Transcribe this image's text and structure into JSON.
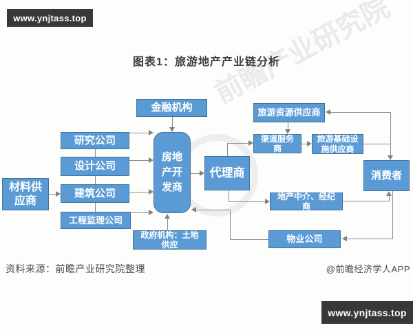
{
  "title": "图表1：旅游地产产业链分析",
  "watermark_top": "www.ynjtass.top",
  "watermark_bottom": "www.ynjtass.top",
  "watermark_faint": "前瞻产业研究院",
  "source": "资料来源：前瞻产业研究院整理",
  "credit": "@前瞻经济学人APP",
  "colors": {
    "node_fill": "#5b9bd5",
    "node_border": "#41719c",
    "node_text": "#ffffff",
    "connector": "#8c8c8c",
    "watermark_bg": "#383838",
    "title_text": "#3c3c3c"
  },
  "nodes": {
    "material": {
      "label": "材料供\n应商"
    },
    "research": {
      "label": "研究公司"
    },
    "design": {
      "label": "设计公司"
    },
    "construction": {
      "label": "建筑公司"
    },
    "supervision": {
      "label": "工程监理公司"
    },
    "financial": {
      "label": "金融机构"
    },
    "developer": {
      "label": "房地\n产开\n发商"
    },
    "government": {
      "label": "政府机构：土地\n供应"
    },
    "agent": {
      "label": "代理商"
    },
    "tourism_resource": {
      "label": "旅游资源供应商"
    },
    "channel": {
      "label": "渠道服务\n商"
    },
    "tourism_infra": {
      "label": "旅游基础设\n施供应商"
    },
    "consumer": {
      "label": "消费者"
    },
    "realty_broker": {
      "label": "地产中介、经纪\n商"
    },
    "property": {
      "label": "物业公司"
    }
  }
}
